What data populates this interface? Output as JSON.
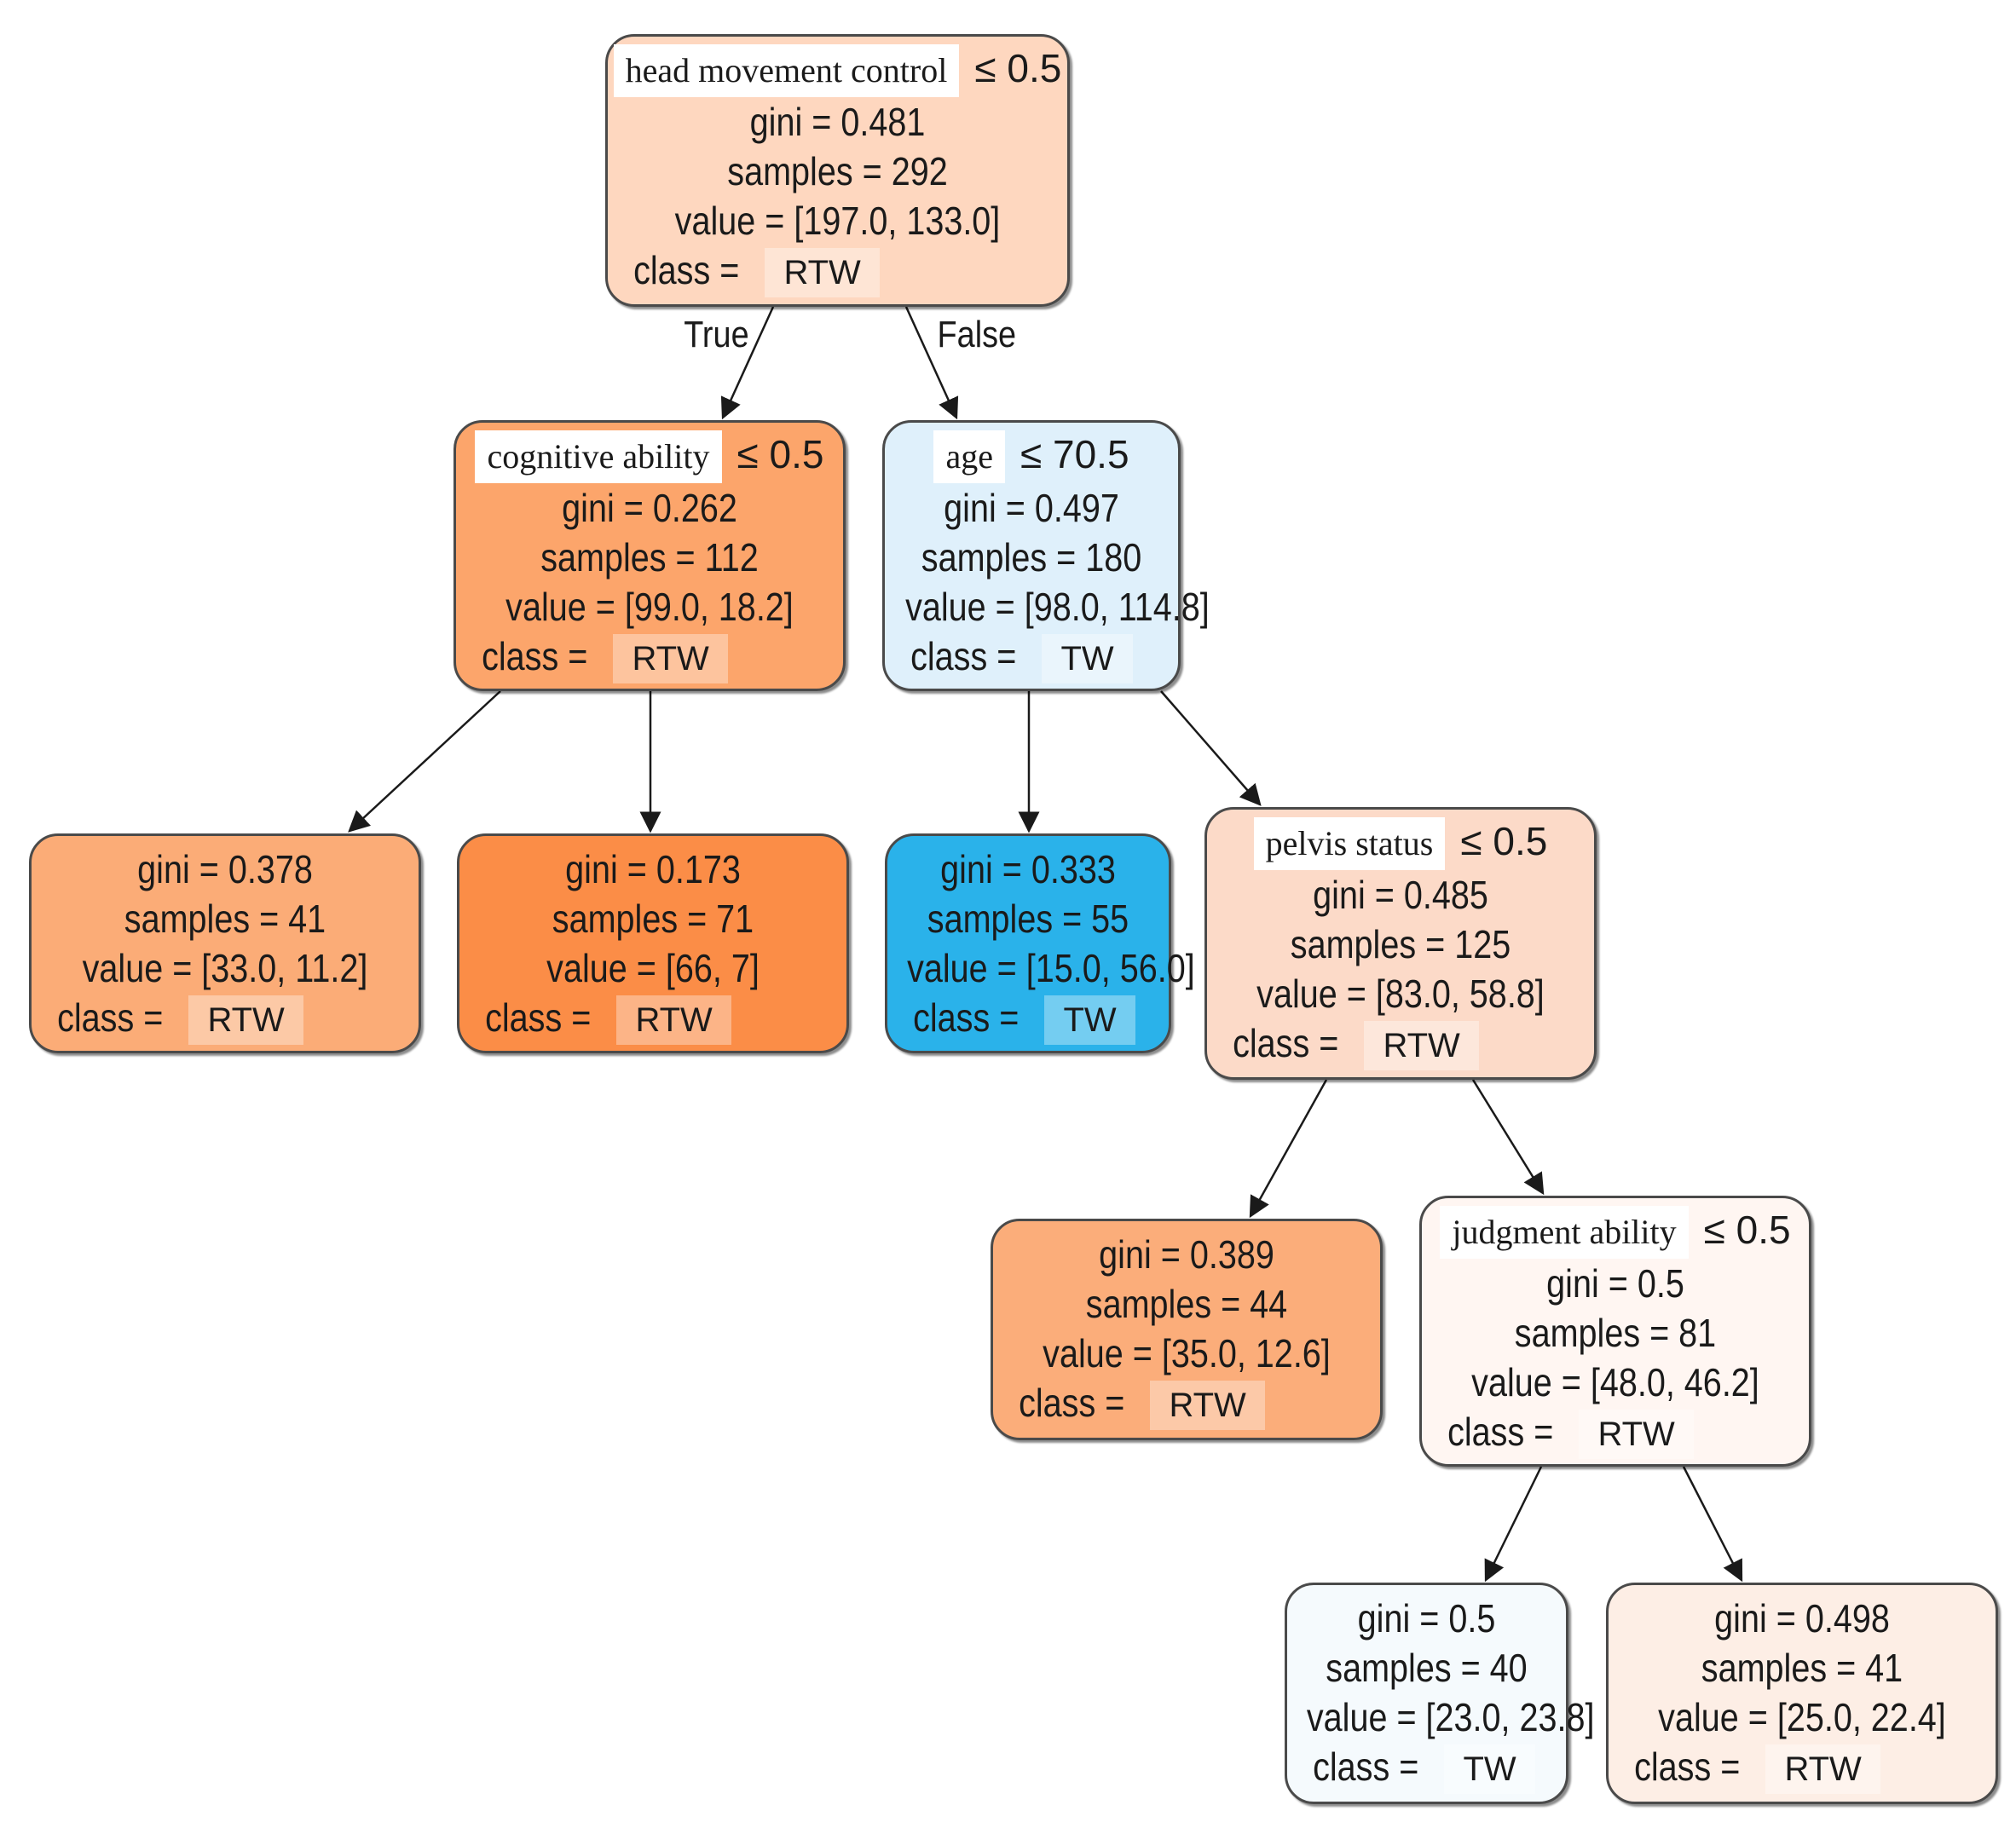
{
  "tree": {
    "nodes": [
      {
        "id": "root",
        "feature": "head movement control",
        "threshold": "≤ 0.5",
        "gini": "gini = 0.481",
        "samples": "samples = 292",
        "value": "value = [197.0, 133.0]",
        "class_label": "class =",
        "class_value": "RTW",
        "fill": "#fed7bf"
      },
      {
        "id": "n1",
        "feature": "cognitive ability",
        "threshold": "≤ 0.5",
        "gini": "gini = 0.262",
        "samples": "samples = 112",
        "value": "value = [99.0, 18.2]",
        "class_label": "class =",
        "class_value": "RTW",
        "fill": "#fca56b"
      },
      {
        "id": "n2",
        "feature": "age",
        "threshold": "≤ 70.5",
        "gini": "gini = 0.497",
        "samples": "samples = 180",
        "value": "value = [98.0, 114.8]",
        "class_label": "class =",
        "class_value": "TW",
        "fill": "#dff0fb"
      },
      {
        "id": "n3",
        "gini": "gini = 0.378",
        "samples": "samples = 41",
        "value": "value = [33.0, 11.2]",
        "class_label": "class =",
        "class_value": "RTW",
        "fill": "#fbac77"
      },
      {
        "id": "n4",
        "gini": "gini = 0.173",
        "samples": "samples = 71",
        "value": "value = [66, 7]",
        "class_label": "class =",
        "class_value": "RTW",
        "fill": "#fb8d47"
      },
      {
        "id": "n5",
        "gini": "gini = 0.333",
        "samples": "samples = 55",
        "value": "value = [15.0, 56.0]",
        "class_label": "class =",
        "class_value": "TW",
        "fill": "#2ab2ea"
      },
      {
        "id": "n6",
        "feature": "pelvis  status",
        "threshold": "≤ 0.5",
        "gini": "gini = 0.485",
        "samples": "samples = 125",
        "value": "value = [83.0, 58.8]",
        "class_label": "class =",
        "class_value": "RTW",
        "fill": "#fcdac8"
      },
      {
        "id": "n7",
        "gini": "gini = 0.389",
        "samples": "samples = 44",
        "value": "value = [35.0, 12.6]",
        "class_label": "class =",
        "class_value": "RTW",
        "fill": "#fbad7a"
      },
      {
        "id": "n8",
        "feature": "judgment  ability",
        "threshold": "≤ 0.5",
        "gini": "gini = 0.5",
        "samples": "samples = 81",
        "value": "value = [48.0, 46.2]",
        "class_label": "class =",
        "class_value": "RTW",
        "fill": "#fff6f2"
      },
      {
        "id": "n9",
        "gini": "gini = 0.5",
        "samples": "samples = 40",
        "value": "value = [23.0, 23.8]",
        "class_label": "class =",
        "class_value": "TW",
        "fill": "#f5fafd"
      },
      {
        "id": "n10",
        "gini": "gini = 0.498",
        "samples": "samples = 41",
        "value": "value = [25.0, 22.4]",
        "class_label": "class =",
        "class_value": "RTW",
        "fill": "#fdeee5"
      }
    ],
    "edges": [
      {
        "from": "root",
        "to": "n1"
      },
      {
        "from": "root",
        "to": "n2"
      },
      {
        "from": "n1",
        "to": "n3"
      },
      {
        "from": "n1",
        "to": "n4"
      },
      {
        "from": "n2",
        "to": "n5"
      },
      {
        "from": "n2",
        "to": "n6"
      },
      {
        "from": "n6",
        "to": "n7"
      },
      {
        "from": "n6",
        "to": "n8"
      },
      {
        "from": "n8",
        "to": "n9"
      },
      {
        "from": "n8",
        "to": "n10"
      }
    ],
    "edge_labels": {
      "true_label": "True",
      "false_label": "False"
    }
  }
}
